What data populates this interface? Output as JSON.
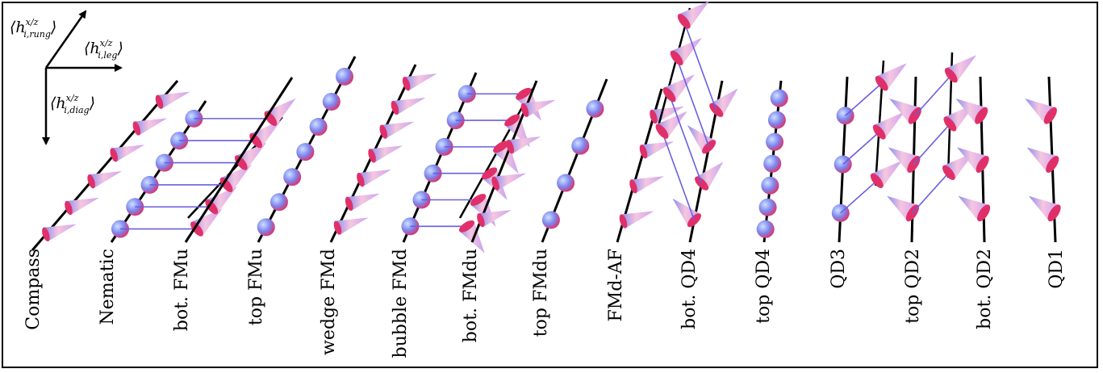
{
  "axes": {
    "rung": {
      "symbol": "h",
      "superscript": "x/z",
      "subscript": "i,rung"
    },
    "leg": {
      "symbol": "h",
      "superscript": "x/z",
      "subscript": "i,leg"
    },
    "diag": {
      "symbol": "h",
      "superscript": "x/z",
      "subscript": "i,diag"
    }
  },
  "phases": [
    "Compass",
    "Nematic",
    "bot. FMu",
    "top FMu",
    "wedge FMd",
    "bubble FMd",
    "bot. FMdu",
    "top FMdu",
    "FMd-AF",
    "bot. QD4",
    "top QD4",
    "QD3",
    "top QD2",
    "bot. QD2",
    "QD1"
  ],
  "colors": {
    "cone_light": "#f6c6e0",
    "cone_blue": "#8a8cf0",
    "cone_red": "#e0306a",
    "rung_line": "#6a5ee0",
    "leg_line": "#000000",
    "frame": "#000000"
  }
}
